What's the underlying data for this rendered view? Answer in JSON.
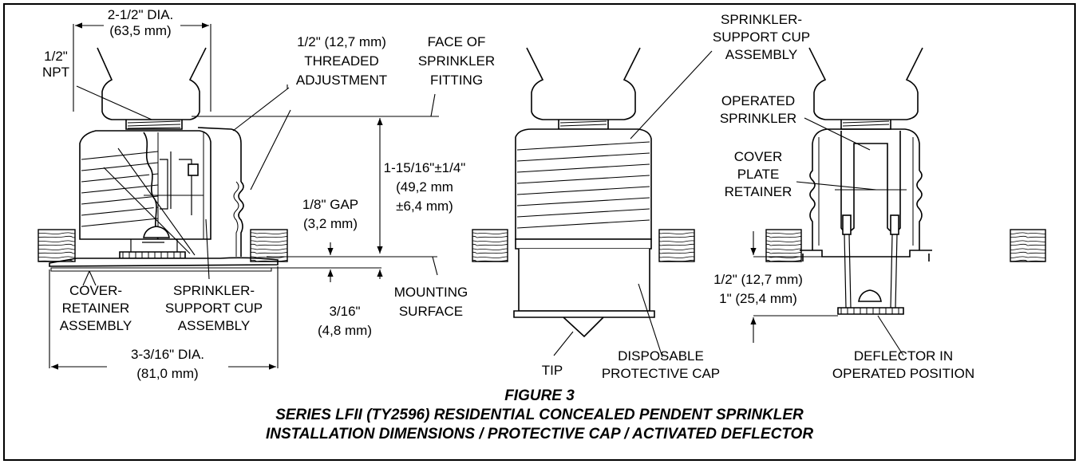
{
  "figure": {
    "number": "FIGURE 3",
    "title_line1": "SERIES LFII (TY2596) RESIDENTIAL CONCEALED PENDENT SPRINKLER",
    "title_line2": "INSTALLATION DIMENSIONS / PROTECTIVE CAP / ACTIVATED DEFLECTOR"
  },
  "left_view": {
    "top_dia": [
      "2-1/2\" DIA.",
      "(63,5 mm)"
    ],
    "npt": [
      "1/2\"",
      "NPT"
    ],
    "threaded": [
      "1/2\" (12,7 mm)",
      "THREADED",
      "ADJUSTMENT"
    ],
    "face": [
      "FACE OF",
      "SPRINKLER",
      "FITTING"
    ],
    "height": [
      "1-15/16\"±1/4\"",
      "(49,2 mm",
      "±6,4 mm)"
    ],
    "gap": [
      "1/8\" GAP",
      "(3,2 mm)"
    ],
    "mounting": [
      "MOUNTING",
      "SURFACE"
    ],
    "depth": [
      "3/16\"",
      "(4,8 mm)"
    ],
    "cover_retainer": [
      "COVER-",
      "RETAINER",
      "ASSEMBLY"
    ],
    "support_cup": [
      "SPRINKLER-",
      "SUPPORT CUP",
      "ASSEMBLY"
    ],
    "bottom_dia": [
      "3-3/16\" DIA.",
      "(81,0 mm)"
    ]
  },
  "middle_view": {
    "support_cup": [
      "SPRINKLER-",
      "SUPPORT CUP",
      "ASSEMBLY"
    ],
    "tip": "TIP",
    "cap": [
      "DISPOSABLE",
      "PROTECTIVE CAP"
    ]
  },
  "right_view": {
    "operated": [
      "OPERATED",
      "SPRINKLER"
    ],
    "cover_plate": [
      "COVER",
      "PLATE",
      "RETAINER"
    ],
    "dim1": "1/2\" (12,7 mm)",
    "dim2": "1\" (25,4 mm)",
    "deflector": [
      "DEFLECTOR IN",
      "OPERATED POSITION"
    ]
  }
}
